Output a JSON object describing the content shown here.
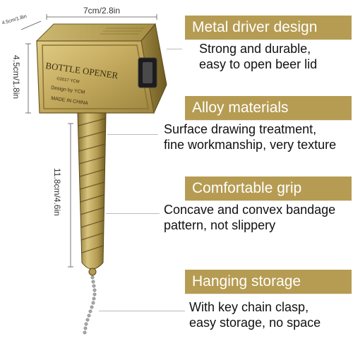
{
  "dimensions": {
    "head_width": "7cm/2.8in",
    "head_depth": "4.5cm/1.8in",
    "head_height": "4.5cm/1.8in",
    "handle_length": "11.8cm/4.6in"
  },
  "engraving": {
    "title": "BOTTLE OPENER",
    "copyright": "©2017 YCM",
    "design": "Design by YCM",
    "origin": "MADE IN CHINA"
  },
  "features": [
    {
      "title": "Metal driver design",
      "desc_line1": "Strong and durable,",
      "desc_line2": "easy to open beer lid"
    },
    {
      "title": "Alloy materials",
      "desc_line1": "Surface drawing treatment,",
      "desc_line2": "fine workmanship, very texture"
    },
    {
      "title": "Comfortable grip",
      "desc_line1": "Concave and convex bandage",
      "desc_line2": "pattern, not slippery"
    },
    {
      "title": "Hanging storage",
      "desc_line1": "With key chain clasp,",
      "desc_line2": "easy storage, no space"
    }
  ],
  "colors": {
    "badge": "#b69c52",
    "metal_light": "#d6c17a",
    "metal_dark": "#7a6528",
    "text": "#111111"
  }
}
